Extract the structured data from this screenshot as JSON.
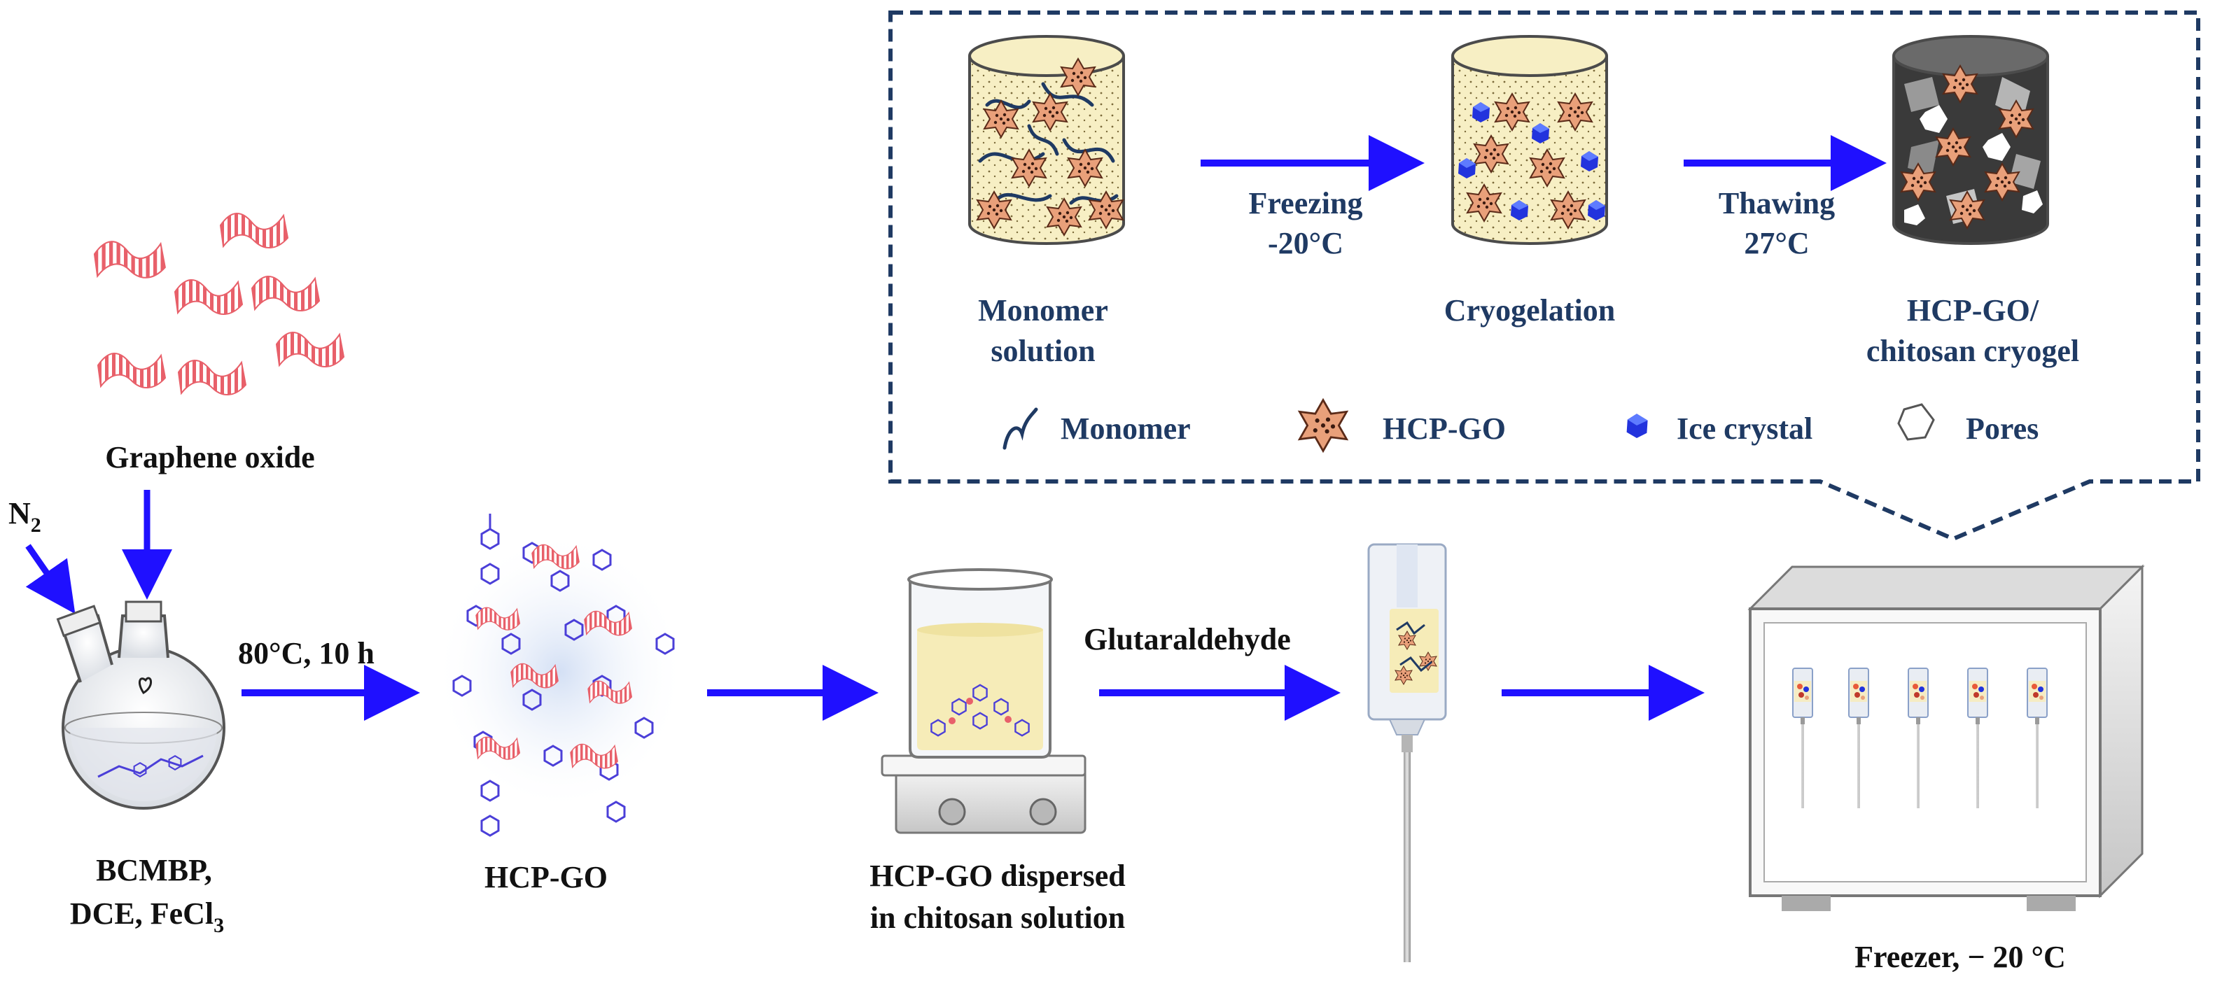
{
  "colors": {
    "arrow": "#1f10ff",
    "inset_border": "#1f3a63",
    "inset_text": "#1f3a63",
    "graphene": "#e8606a",
    "polymer": "#4b3fd8",
    "ice": "#2233dd",
    "cylinder_fill": "#f7efc4"
  },
  "left": {
    "graphene_label": "Graphene oxide",
    "gas": "N",
    "gas_sub": "2",
    "reaction_condition": "80°C, 10 h",
    "reagents_line1": "BCMBP,",
    "reagents_line2": "DCE, FeCl",
    "reagents_sub": "3"
  },
  "polymer_label": "HCP-GO",
  "beaker": {
    "line1": "HCP-GO dispersed",
    "line2": "in chitosan solution"
  },
  "crosslinker_label": "Glutaraldehyde",
  "freezer_label": "Freezer, − 20 °C",
  "inset": {
    "step1_line1": "Monomer",
    "step1_line2": "solution",
    "arrow1_line1": "Freezing",
    "arrow1_line2": "-20°C",
    "step2": "Cryogelation",
    "arrow2_line1": "Thawing",
    "arrow2_line2": "27°C",
    "step3_line1": "HCP-GO/",
    "step3_line2": "chitosan cryogel",
    "legend": {
      "monomer": "Monomer",
      "hcpgo": "HCP-GO",
      "ice": "Ice crystal",
      "pores": "Pores"
    }
  }
}
